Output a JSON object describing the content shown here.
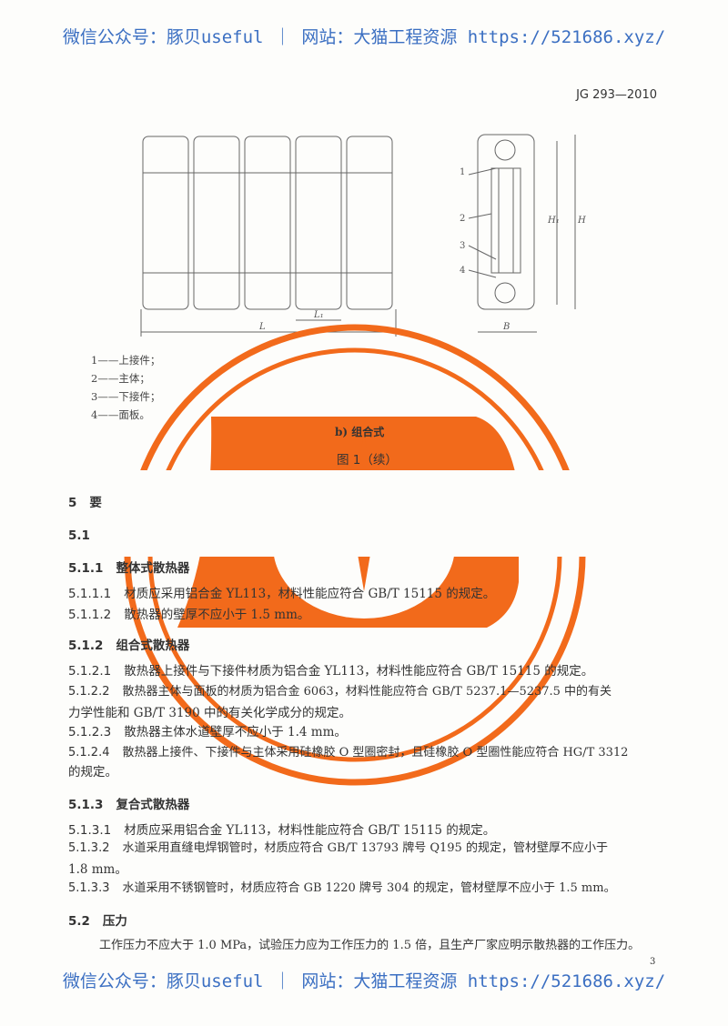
{
  "watermark": {
    "text": "微信公众号：豚贝useful ｜ 网站：大猫工程资源 https://521686.xyz/",
    "color": "#3b6fc2"
  },
  "header": {
    "standard_no": "JG 293—2010"
  },
  "figure": {
    "dim_labels": {
      "L": "L",
      "L1": "L₁",
      "B": "B",
      "H": "H",
      "H1": "H₁"
    },
    "callouts": [
      "1",
      "2",
      "3",
      "4"
    ],
    "legend": [
      "1——上接件；",
      "2——主体；",
      "3——下接件；",
      "4——面板。"
    ],
    "subcaption": "b)  组合式",
    "caption": "图 1（续）"
  },
  "stamp": {
    "color": "#f26a1b"
  },
  "sections": {
    "s5": {
      "num": "5",
      "title": "要"
    },
    "s51": {
      "num": "5.1",
      "title": ""
    },
    "s511": {
      "num": "5.1.1",
      "title": "整体式散热器"
    },
    "s5111": {
      "num": "5.1.1.1",
      "text": "材质应采用铝合金 YL113，材料性能应符合 GB/T 15115 的规定。"
    },
    "s5112": {
      "num": "5.1.1.2",
      "text": "散热器的壁厚不应小于 1.5 mm。"
    },
    "s512": {
      "num": "5.1.2",
      "title": "组合式散热器"
    },
    "s5121": {
      "num": "5.1.2.1",
      "text": "散热器上接件与下接件材质为铝合金 YL113，材料性能应符合 GB/T 15115 的规定。"
    },
    "s5122": {
      "num": "5.1.2.2",
      "text": "散热器主体与面板的材质为铝合金 6063，材料性能应符合 GB/T 5237.1—5237.5 中的有关",
      "cont": "力学性能和 GB/T 3190 中的有关化学成分的规定。"
    },
    "s5123": {
      "num": "5.1.2.3",
      "text": "散热器主体水道壁厚不应小于 1.4 mm。"
    },
    "s5124": {
      "num": "5.1.2.4",
      "text": "散热器上接件、下接件与主体采用硅橡胶 O 型圈密封，且硅橡胶 O 型圈性能应符合 HG/T 3312",
      "cont": "的规定。"
    },
    "s513": {
      "num": "5.1.3",
      "title": "复合式散热器"
    },
    "s5131": {
      "num": "5.1.3.1",
      "text": "材质应采用铝合金 YL113，材料性能应符合 GB/T 15115 的规定。"
    },
    "s5132": {
      "num": "5.1.3.2",
      "text": "水道采用直缝电焊钢管时，材质应符合 GB/T 13793 牌号 Q195 的规定，管材壁厚不应小于",
      "cont": "1.8 mm。"
    },
    "s5133": {
      "num": "5.1.3.3",
      "text": "水道采用不锈钢管时，材质应符合 GB 1220 牌号 304 的规定，管材壁厚不应小于 1.5 mm。"
    },
    "s52": {
      "num": "5.2",
      "title": "压力"
    },
    "s52body": "工作压力不应大于 1.0 MPa，试验压力应为工作压力的 1.5 倍，且生产厂家应明示散热器的工作压力。"
  },
  "page_number": "3"
}
